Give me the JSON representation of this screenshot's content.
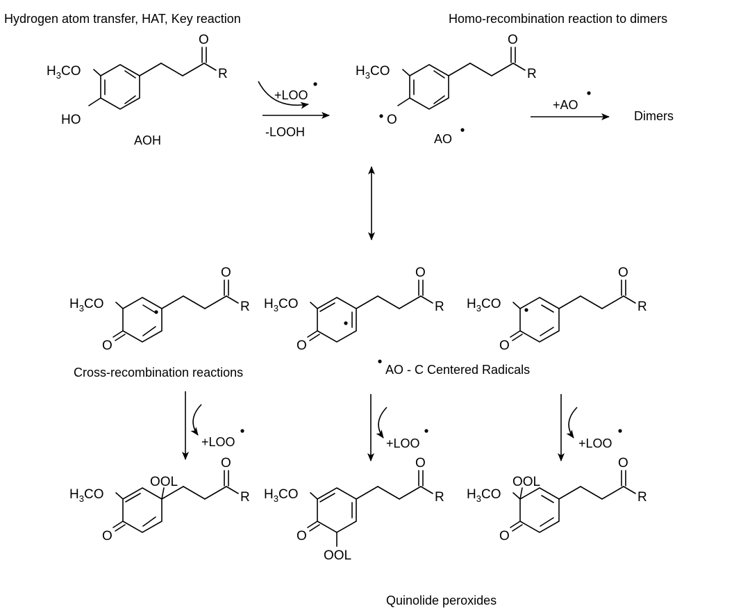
{
  "headings": {
    "hat": "Hydrogen atom transfer, HAT, Key reaction",
    "homo": "Homo-recombination reaction to dimers",
    "cross": "Cross-recombination reactions",
    "c_radicals": "AO - C Centered Radicals",
    "quinolide": "Quinolide peroxides"
  },
  "compounds": {
    "aoh": "AOH",
    "ao_radical": "AO",
    "dimers": "Dimers"
  },
  "reagents": {
    "loo_add": "+LOO",
    "looh_remove": "-LOOH",
    "ao_add": "+AO"
  },
  "atoms": {
    "methoxy_h": "H",
    "methoxy_sub": "3",
    "methoxy_co": "CO",
    "oxygen": "O",
    "hydroxyl": "HO",
    "r_group": "R",
    "peroxide": "OOL"
  },
  "colors": {
    "ink": "#000000",
    "background": "#ffffff"
  }
}
